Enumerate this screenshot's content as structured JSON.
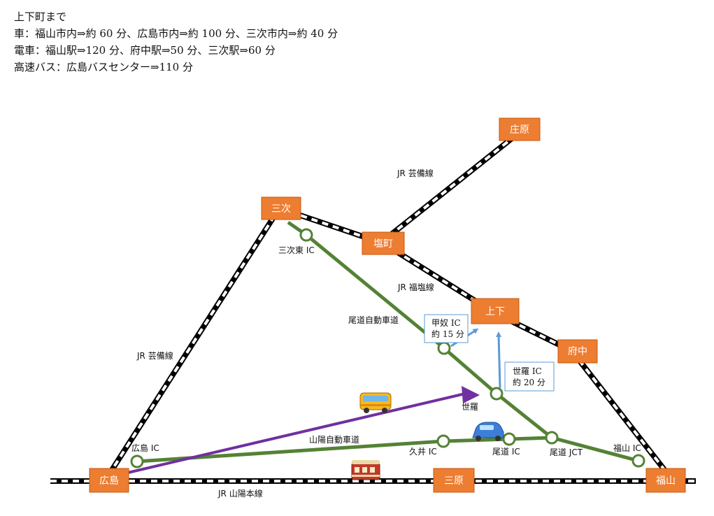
{
  "info": {
    "line1": "上下町まで",
    "line2": "車：福山市内⇒約 60 分、広島市内⇒約 100 分、三次市内⇒約 40 分",
    "line3": "電車：福山駅⇒120 分、府中駅⇒50 分、三次駅⇒60 分",
    "line4": "高速バス：広島バスセンター⇒110 分"
  },
  "stations": {
    "shobara": "庄原",
    "miyoshi": "三次",
    "shiomachi": "塩町",
    "jouge": "上下",
    "fuchu": "府中",
    "hiroshima": "広島",
    "mihara": "三原",
    "fukuyama": "福山"
  },
  "rail_labels": {
    "geibi_north": "JR 芸備線",
    "geibi_west": "JR 芸備線",
    "fukuen": "JR 福塩線",
    "sanyo_main": "JR 山陽本線"
  },
  "road_labels": {
    "onomichi_expressway": "尾道自動車道",
    "sanyo_expressway": "山陽自動車道",
    "sera": "世羅"
  },
  "interchanges": {
    "miyoshi_higashi": "三次東 IC",
    "hiroshima": "広島 IC",
    "kui": "久井 IC",
    "onomichi": "尾道 IC",
    "onomichi_jct": "尾道 JCT",
    "fukuyama": "福山 IC"
  },
  "callouts": {
    "kounu_line1": "甲奴 IC",
    "kounu_line2": "約 15 分",
    "sera_line1": "世羅 IC",
    "sera_line2": "約 20 分"
  },
  "colors": {
    "station_fill": "#ED7D31",
    "expressway": "#548235",
    "bus_route": "#7030A0",
    "access_arrow": "#5B9BD5",
    "rail": "#000000"
  }
}
